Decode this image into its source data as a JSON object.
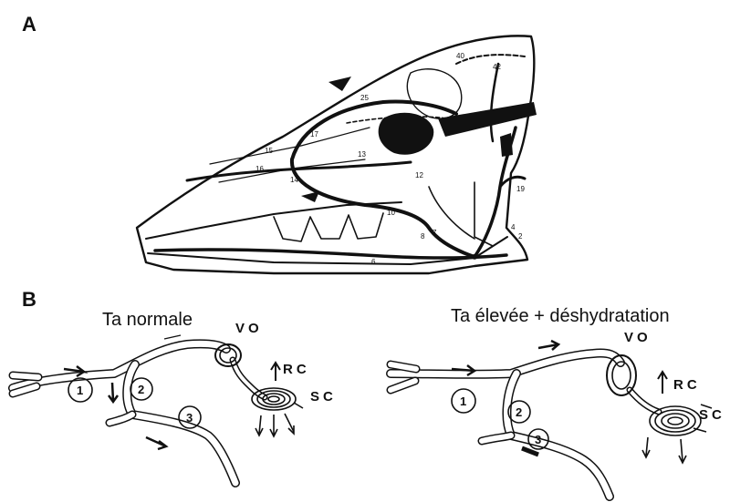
{
  "panels": {
    "a": {
      "letter": "A"
    },
    "b": {
      "letter": "B"
    }
  },
  "conditions": {
    "left": {
      "title": "Ta normale"
    },
    "right": {
      "title": "Ta élevée + déshydratation"
    }
  },
  "abbreviations": {
    "vo": "VO",
    "rc": "RC",
    "sc": "SC"
  },
  "vessel_numbers": [
    "1",
    "2",
    "3"
  ],
  "colors": {
    "ink": "#111111",
    "background": "#ffffff"
  }
}
